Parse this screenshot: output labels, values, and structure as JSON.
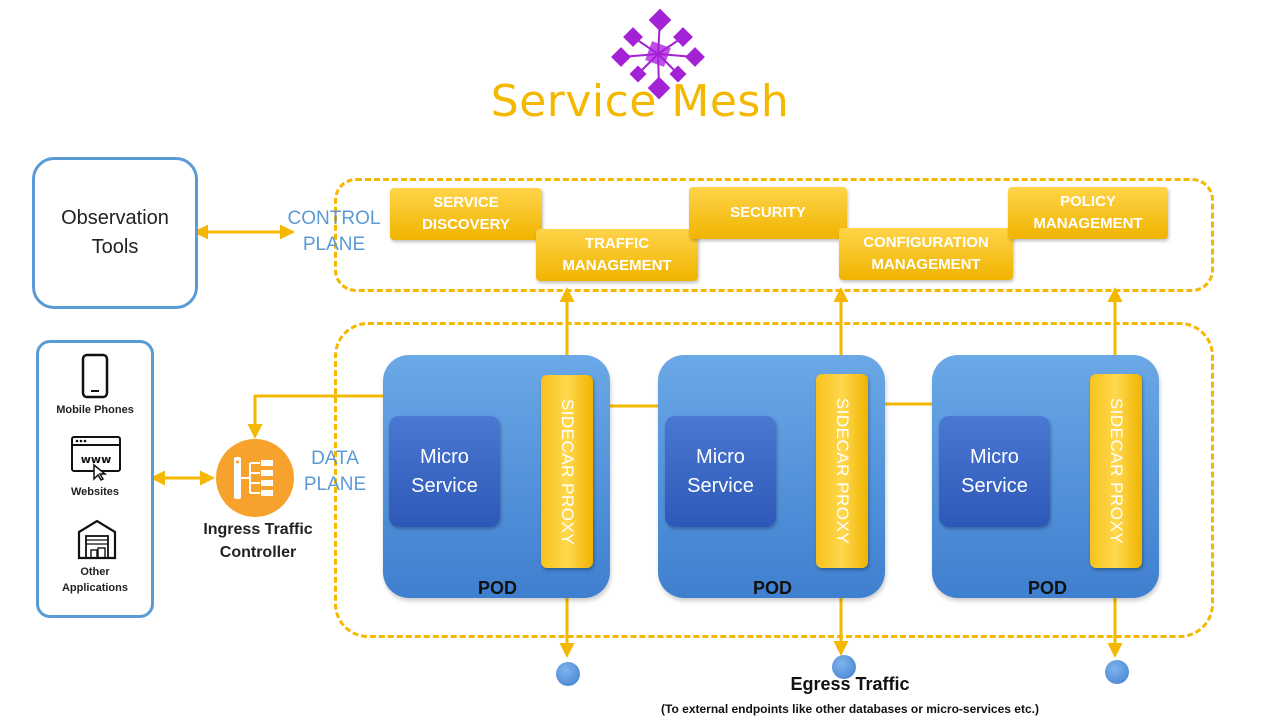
{
  "title": "Service Mesh",
  "observation": {
    "line1": "Observation",
    "line2": "Tools"
  },
  "control_plane": {
    "line1": "CONTROL",
    "line2": "PLANE"
  },
  "data_plane": {
    "line1": "DATA",
    "line2": "PLANE"
  },
  "control_boxes": [
    {
      "line1": "SERVICE",
      "line2": "DISCOVERY"
    },
    {
      "line1": "TRAFFIC",
      "line2": "MANAGEMENT"
    },
    {
      "line1": "SECURITY",
      "line2": ""
    },
    {
      "line1": "CONFIGURATION",
      "line2": "MANAGEMENT"
    },
    {
      "line1": "POLICY",
      "line2": "MANAGEMENT"
    }
  ],
  "clients": [
    {
      "label": "Mobile Phones",
      "icon": "mobile-phone-icon"
    },
    {
      "label": "Websites",
      "icon": "website-icon"
    },
    {
      "label": "Other",
      "label2": "Applications",
      "icon": "warehouse-icon"
    }
  ],
  "ingress": {
    "line1": "Ingress Traffic",
    "line2": "Controller",
    "icon": "ingress-controller-icon"
  },
  "pods": [
    {
      "label": "POD",
      "micro1": "Micro",
      "micro2": "Service",
      "sidecar": "SIDECAR PROXY"
    },
    {
      "label": "POD",
      "micro1": "Micro",
      "micro2": "Service",
      "sidecar": "SIDECAR PROXY"
    },
    {
      "label": "POD",
      "micro1": "Micro",
      "micro2": "Service",
      "sidecar": "SIDECAR PROXY"
    }
  ],
  "egress": {
    "title": "Egress Traffic",
    "subtitle": "(To external endpoints like other databases  or micro-services etc.)"
  },
  "colors": {
    "accent": "#f5b800",
    "frame": "#5b9bd5",
    "pod": "#4a88d8",
    "micro": "#2e58b8",
    "logo": "#a020d0"
  }
}
